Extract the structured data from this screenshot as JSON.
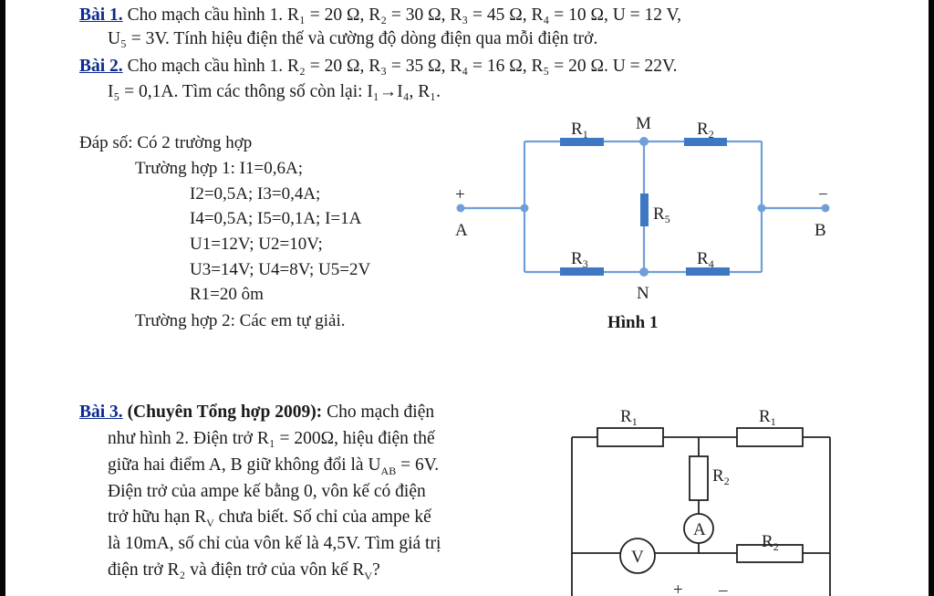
{
  "bai1": {
    "label": "Bài 1.",
    "line1": " Cho mạch cầu hình 1. R₁ = 20 Ω, R₂ = 30 Ω, R₃ = 45 Ω, R₄ = 10 Ω, U = 12 V,",
    "line2": "U₅ = 3V. Tính hiệu điện thế và cường độ dòng điện qua mỗi điện trở."
  },
  "bai2": {
    "label": "Bài 2.",
    "line1": " Cho mạch cầu hình 1. R₂ = 20 Ω, R₃ = 35 Ω, R₄ = 16 Ω, R₅ = 20 Ω. U = 22V.",
    "line2": "I₅ = 0,1A. Tìm các thông số còn lại: I₁→I₄, R₁."
  },
  "answer": {
    "title": "Đáp số: Có 2 trường hợp",
    "case1": "Trường hợp 1: I1=0,6A;",
    "l2": "I2=0,5A; I3=0,4A;",
    "l3": "I4=0,5A; I5=0,1A; I=1A",
    "l4": "U1=12V; U2=10V;",
    "l5": "U3=14V; U4=8V; U5=2V",
    "l6": "R1=20 ôm",
    "case2": "Trường hợp 2: Các em tự giải."
  },
  "figure1": {
    "caption": "Hình 1",
    "labels": {
      "r1": "R",
      "r1_sub": "1",
      "r2": "R",
      "r2_sub": "2",
      "r3": "R",
      "r3_sub": "3",
      "r4": "R",
      "r4_sub": "4",
      "r5": "R",
      "r5_sub": "5",
      "m": "M",
      "n": "N",
      "a": "A",
      "b": "B",
      "plus": "+",
      "minus": "−"
    },
    "wire_color": "#6f9fd8",
    "resistor_color": "#3f78c2"
  },
  "bai3": {
    "label": "Bài 3.",
    "title": " (Chuyên Tổng hợp 2009):",
    "line1_rest": " Cho mạch điện",
    "line2": "như hình 2. Điện trở R₁ = 200Ω, hiệu điện thế",
    "line3": "giữa hai điểm A, B giữ không đổi là U",
    "line3_sub": "AB",
    "line3_end": " = 6V.",
    "line4": "Điện trở của ampe kế bằng 0, vôn kế có điện",
    "line5": "trở hữu hạn R",
    "line5_sub": "V",
    "line5_end": " chưa biết. Số chỉ của ampe kế",
    "line6": "là 10mA, số chỉ của vôn kế là 4,5V. Tìm giá trị",
    "line7": "điện trở R₂ và điện trở của vôn kế R",
    "line7_sub": "V",
    "line7_end": "?"
  },
  "figure2": {
    "labels": {
      "r1a": "R",
      "r1a_sub": "1",
      "r1b": "R",
      "r1b_sub": "1",
      "r2a": "R",
      "r2a_sub": "2",
      "r2b": "R",
      "r2b_sub": "2",
      "ammeter": "A",
      "voltmeter": "V",
      "plus": "+",
      "minus": "–"
    }
  }
}
